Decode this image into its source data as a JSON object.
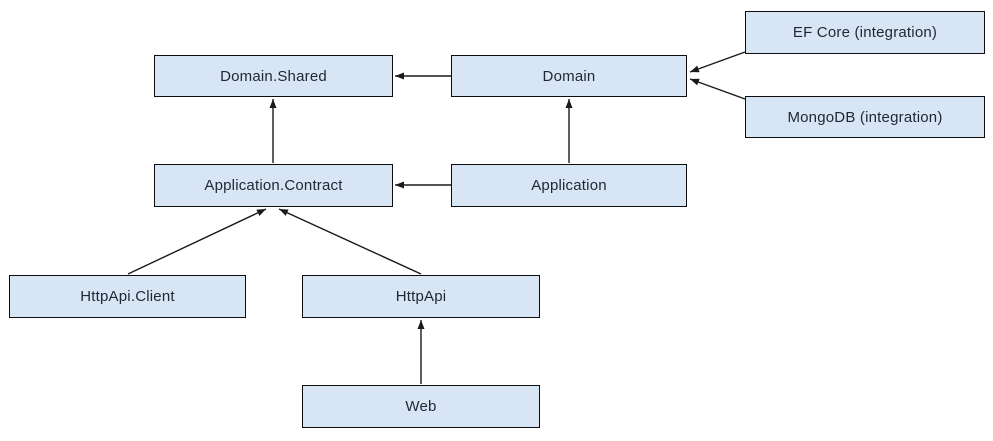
{
  "diagram": {
    "type": "dependency-diagram",
    "background_color": "#ffffff",
    "node_fill_color": "#d7e5f4",
    "node_border_color": "#0d0d0d",
    "arrow_color": "#1a1a1a",
    "text_color": "#1f2733",
    "nodes": [
      {
        "id": "domain-shared",
        "label": "Domain.Shared"
      },
      {
        "id": "domain",
        "label": "Domain"
      },
      {
        "id": "ef-core",
        "label": "EF Core (integration)"
      },
      {
        "id": "mongodb",
        "label": "MongoDB (integration)"
      },
      {
        "id": "application-contract",
        "label": "Application.Contract"
      },
      {
        "id": "application",
        "label": "Application"
      },
      {
        "id": "httpapi-client",
        "label": "HttpApi.Client"
      },
      {
        "id": "httpapi",
        "label": "HttpApi"
      },
      {
        "id": "web",
        "label": "Web"
      }
    ],
    "edges": [
      {
        "from": "Domain",
        "to": "Domain.Shared"
      },
      {
        "from": "Application",
        "to": "Application.Contract"
      },
      {
        "from": "Application.Contract",
        "to": "Domain.Shared"
      },
      {
        "from": "Application",
        "to": "Domain"
      },
      {
        "from": "EF Core (integration)",
        "to": "Domain"
      },
      {
        "from": "MongoDB (integration)",
        "to": "Domain"
      },
      {
        "from": "HttpApi.Client",
        "to": "Application.Contract"
      },
      {
        "from": "HttpApi",
        "to": "Application.Contract"
      },
      {
        "from": "Web",
        "to": "HttpApi"
      }
    ]
  }
}
